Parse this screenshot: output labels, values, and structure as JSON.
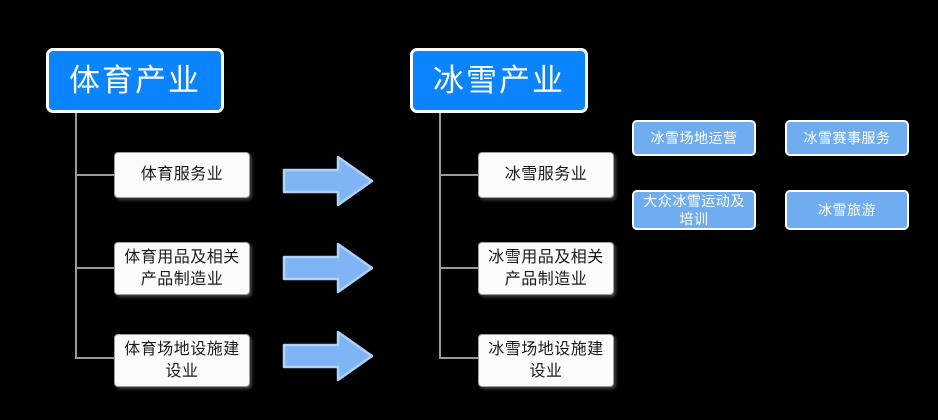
{
  "diagram": {
    "title_left": "体育产业",
    "title_right": "冰雪产业",
    "colors": {
      "header_fill": "#0a84ff",
      "header_border": "#ffffff",
      "leaf_fill": "#6fadf0",
      "leaf_border": "#fdfdfd",
      "sub_fill": "#fbfbfb",
      "sub_border": "#9d9d9d",
      "connector": "#9a9a9a",
      "arrow_fill": "#7fb5f5",
      "arrow_border": "#a9d0fa",
      "background": "#000000"
    },
    "left_branch": {
      "header": "体育产业",
      "items": [
        {
          "label": "体育服务业"
        },
        {
          "label": "体育用品及相关产品制造业"
        },
        {
          "label": "体育场地设施建设业"
        }
      ]
    },
    "right_branch": {
      "header": "冰雪产业",
      "items": [
        {
          "label": "冰雪服务业"
        },
        {
          "label": "冰雪用品及相关产品制造业"
        },
        {
          "label": "冰雪场地设施建设业"
        }
      ]
    },
    "leaf_items": [
      {
        "label": "冰雪场地运营"
      },
      {
        "label": "冰雪赛事服务"
      },
      {
        "label": "大众冰雪运动及培训"
      },
      {
        "label": "冰雪旅游"
      }
    ],
    "arrows": [
      {
        "name": "transition-arrow-1"
      },
      {
        "name": "transition-arrow-2"
      },
      {
        "name": "transition-arrow-3"
      }
    ]
  }
}
